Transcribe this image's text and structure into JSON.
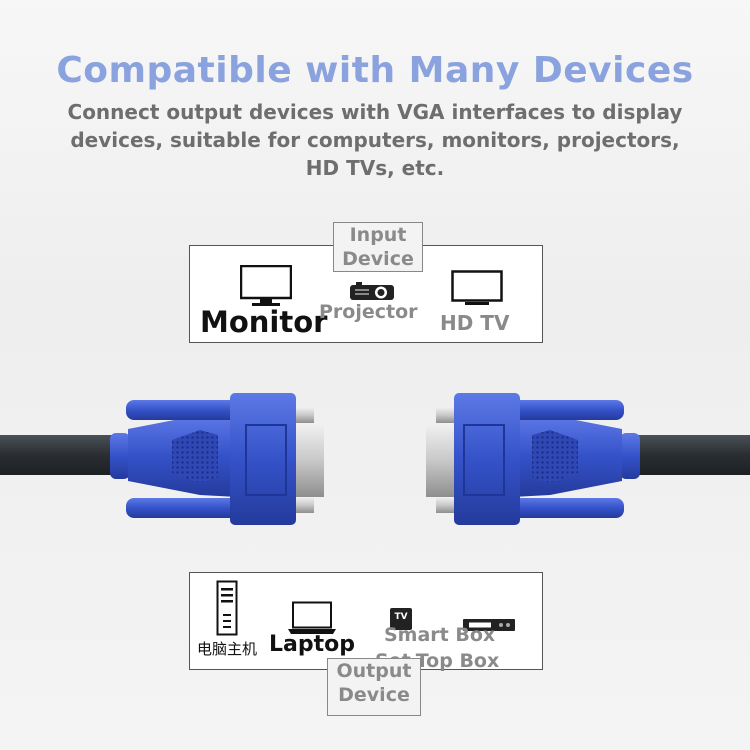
{
  "title": "Compatible with Many Devices",
  "subtitle": "Connect output devices with VGA interfaces to display devices, suitable for computers, monitors, projectors, HD TVs, etc.",
  "input_section": {
    "tag": "Input Device",
    "devices": {
      "monitor": "Monitor",
      "projector": "Projector",
      "hdtv": "HD TV"
    }
  },
  "output_section": {
    "tag": "Output Device",
    "devices": {
      "pc": "电脑主机",
      "laptop": "Laptop",
      "smart_box": "Smart Box",
      "settop_box": "Set-Top Box"
    },
    "tv_icon_text": "TV"
  },
  "colors": {
    "title": "#8aa2dd",
    "connector_blue": "#3a55c8",
    "cable": "#2b2f33"
  }
}
